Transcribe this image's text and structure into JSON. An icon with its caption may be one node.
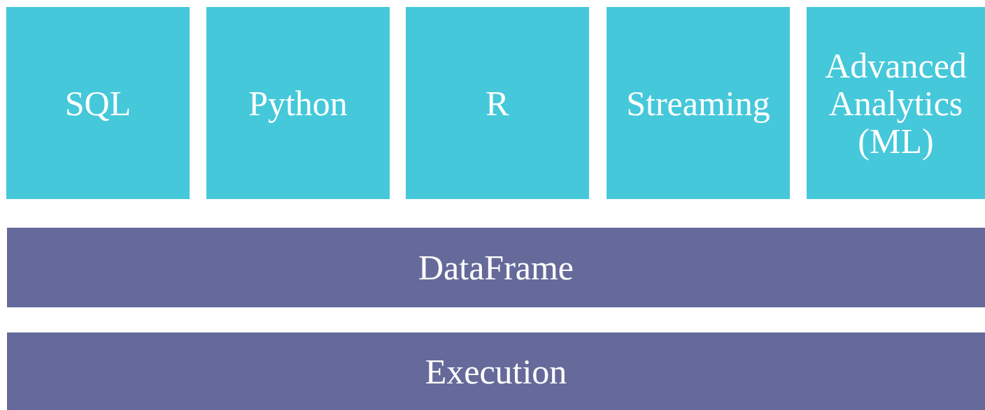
{
  "diagram": {
    "nodes": [
      {
        "text": [
          "SQL"
        ]
      },
      {
        "text": [
          "Python"
        ]
      },
      {
        "text": [
          "R"
        ]
      },
      {
        "text": [
          "Streaming"
        ]
      },
      {
        "text": [
          "Advanced Analytics (ML)"
        ]
      },
      {
        "text": [
          "DataFrame"
        ]
      },
      {
        "text": [
          "Execution"
        ]
      }
    ]
  }
}
